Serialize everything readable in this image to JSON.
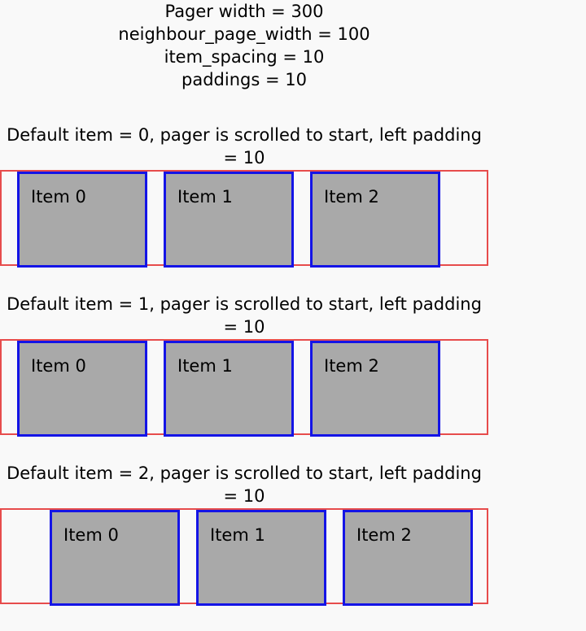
{
  "header": {
    "lines": [
      "Pager width = 300",
      "neighbour_page_width = 100",
      "item_spacing = 10",
      "paddings = 10"
    ]
  },
  "sections": [
    {
      "title_line1": "Default item = 0, pager is scrolled to start, left padding",
      "title_line2": "= 10",
      "items": [
        "Item 0",
        "Item 1",
        "Item 2"
      ]
    },
    {
      "title_line1": "Default item = 1, pager is scrolled to start, left padding",
      "title_line2": "= 10",
      "items": [
        "Item 0",
        "Item 1",
        "Item 2"
      ]
    },
    {
      "title_line1": "Default item = 2, pager is scrolled to start, left padding",
      "title_line2": "= 10",
      "items": [
        "Item 0",
        "Item 1",
        "Item 2"
      ]
    }
  ],
  "colors": {
    "pager_border": "#e74c4c",
    "item_border": "#1414e6",
    "item_fill": "#a9a9a9",
    "background": "#f9f9f9"
  }
}
